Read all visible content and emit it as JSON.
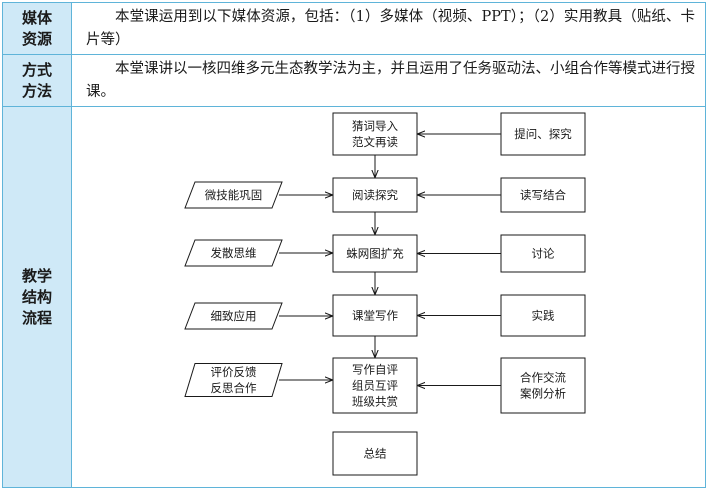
{
  "rows": [
    {
      "label_lines": [
        "媒体",
        "资源"
      ],
      "content": "本堂课运用到以下媒体资源，包括：（1）多媒体（视频、PPT）；（2）实用教具（贴纸、卡片等）"
    },
    {
      "label_lines": [
        "方式",
        "方法"
      ],
      "content": "本堂课讲以一核四维多元生态教学法为主，并且运用了任务驱动法、小组合作等模式进行授课。"
    },
    {
      "label_lines": [
        "教学",
        "结构",
        "流程"
      ]
    }
  ],
  "flow": {
    "center": [
      {
        "lines": [
          "猜词导入",
          "范文再读"
        ]
      },
      {
        "lines": [
          "阅读探究"
        ]
      },
      {
        "lines": [
          "蛛网图扩充"
        ]
      },
      {
        "lines": [
          "课堂写作"
        ]
      },
      {
        "lines": [
          "写作自评",
          "组员互评",
          "班级共赏"
        ]
      },
      {
        "lines": [
          "总结"
        ]
      }
    ],
    "left": [
      {
        "lines": [
          "微技能巩固"
        ]
      },
      {
        "lines": [
          "发散思维"
        ]
      },
      {
        "lines": [
          "细致应用"
        ]
      },
      {
        "lines": [
          "评价反馈",
          "反思合作"
        ]
      }
    ],
    "right": [
      {
        "lines": [
          "提问、探究"
        ]
      },
      {
        "lines": [
          "读写结合"
        ]
      },
      {
        "lines": [
          "讨论"
        ]
      },
      {
        "lines": [
          "实践"
        ]
      },
      {
        "lines": [
          "合作交流",
          "案例分析"
        ]
      }
    ]
  }
}
